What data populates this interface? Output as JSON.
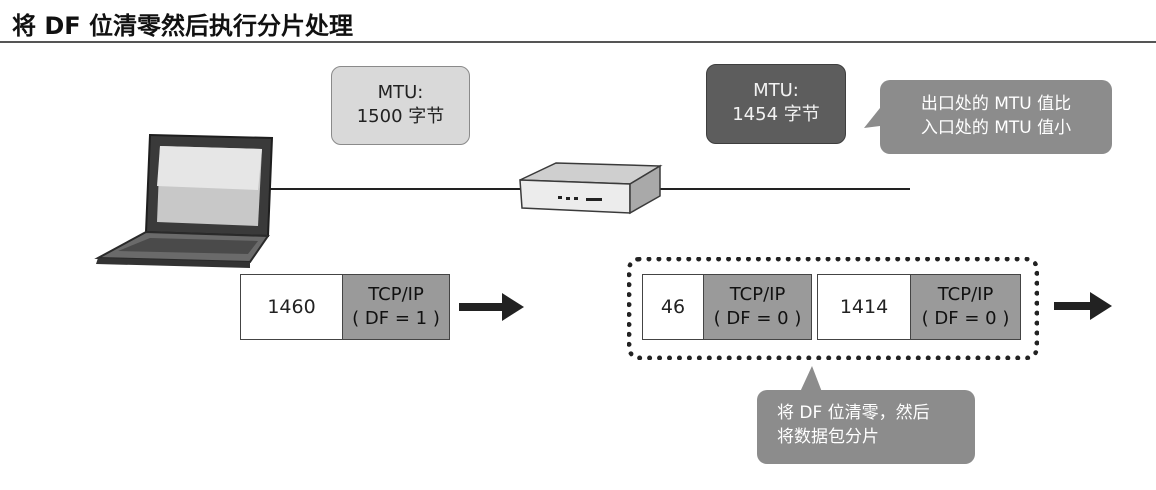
{
  "title": "将 DF 位清零然后执行分片处理",
  "mtu_in": {
    "line1": "MTU:",
    "line2": "1500 字节"
  },
  "mtu_out": {
    "line1": "MTU:",
    "line2": "1454 字节"
  },
  "note_out": {
    "line1": "出口处的 MTU 值比",
    "line2": "入口处的 MTU 值小"
  },
  "note_df": {
    "line1": "将 DF 位清零，然后",
    "line2": "将数据包分片"
  },
  "packet_original": {
    "data": "1460",
    "hdr1": "TCP/IP",
    "hdr2": "( DF = 1 )"
  },
  "fragment_1": {
    "data": "46",
    "hdr1": "TCP/IP",
    "hdr2": "( DF = 0 )"
  },
  "fragment_2": {
    "data": "1414",
    "hdr1": "TCP/IP",
    "hdr2": "( DF = 0 )"
  },
  "colors": {
    "bubble_light": "#d9d9d9",
    "bubble_dark": "#5d5d5d",
    "note": "#8c8c8c",
    "header": "#9a9a9a"
  }
}
